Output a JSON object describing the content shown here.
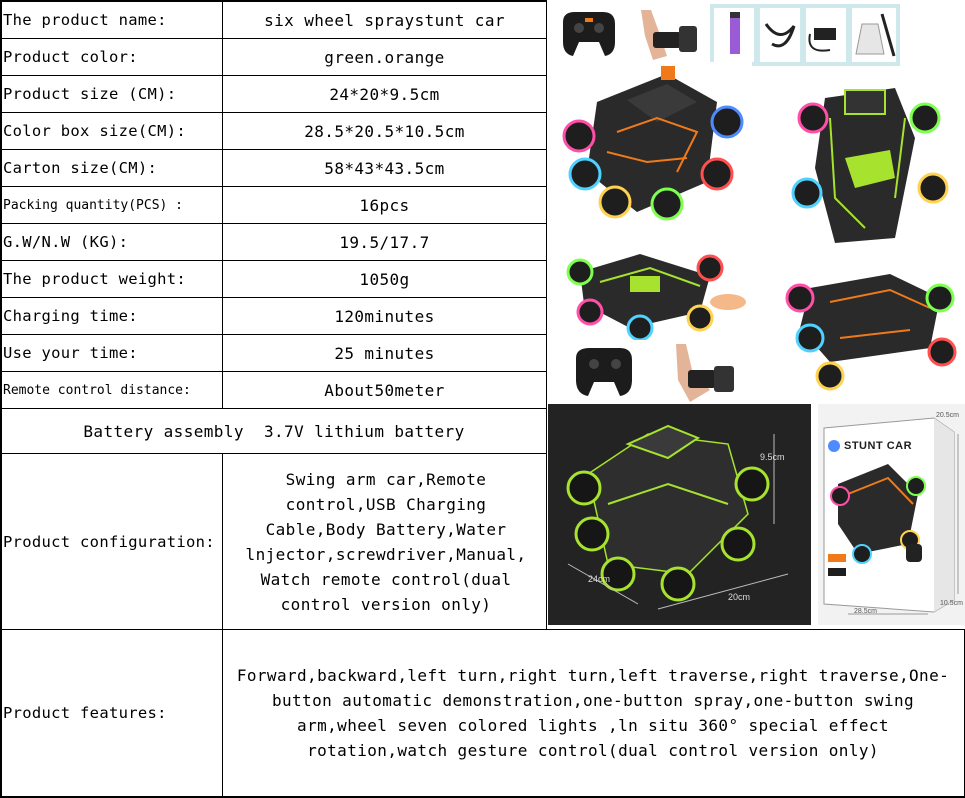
{
  "spec_rows": [
    {
      "label": "The product name:",
      "value": "six wheel spraystunt car"
    },
    {
      "label": "Product color:",
      "value": "green.orange"
    },
    {
      "label": "Product size (CM):",
      "value": "24*20*9.5cm"
    },
    {
      "label": "Color box size(CM):",
      "value": "28.5*20.5*10.5cm"
    },
    {
      "label": "Carton size(CM):",
      "value": "58*43*43.5cm"
    },
    {
      "label": "Packing quantity(PCS) :",
      "value": "16pcs"
    },
    {
      "label": "G.W/N.W (KG):",
      "value": "19.5/17.7"
    },
    {
      "label": "The product weight:",
      "value": "1050g"
    },
    {
      "label": "Charging time:",
      "value": "120minutes"
    },
    {
      "label": "Use your time:",
      "value": "25 minutes"
    },
    {
      "label": "Remote control distance:",
      "value": "About50meter"
    }
  ],
  "battery_row": "Battery assembly  3.7V lithium battery",
  "configuration": {
    "label": "Product configuration:",
    "value": "Swing arm car,Remote control,USB Charging Cable,Body Battery,Water lnjector,screwdriver,Manual, Watch remote control(dual control version only)"
  },
  "features": {
    "label": "Product features:",
    "value": "Forward,backward,left turn,right turn,left traverse,right traverse,One-button automatic demonstration,one-button spray,one-button swing arm,wheel seven colored lights ,ln situ 360°  special effect rotation,watch gesture control(dual control version only)"
  },
  "dimension_photo": {
    "height": "9.5cm",
    "length": "24cm",
    "width": "20cm"
  },
  "box_photo": {
    "brand": "STUNT CAR",
    "height": "20.5cm",
    "length": "28.5cm",
    "depth": "10.5cm"
  },
  "colors": {
    "green_accent": "#a6e22e",
    "orange_accent": "#f07a1a",
    "car_body": "#2a2a2a",
    "photo_dark_bg": "#232323"
  }
}
